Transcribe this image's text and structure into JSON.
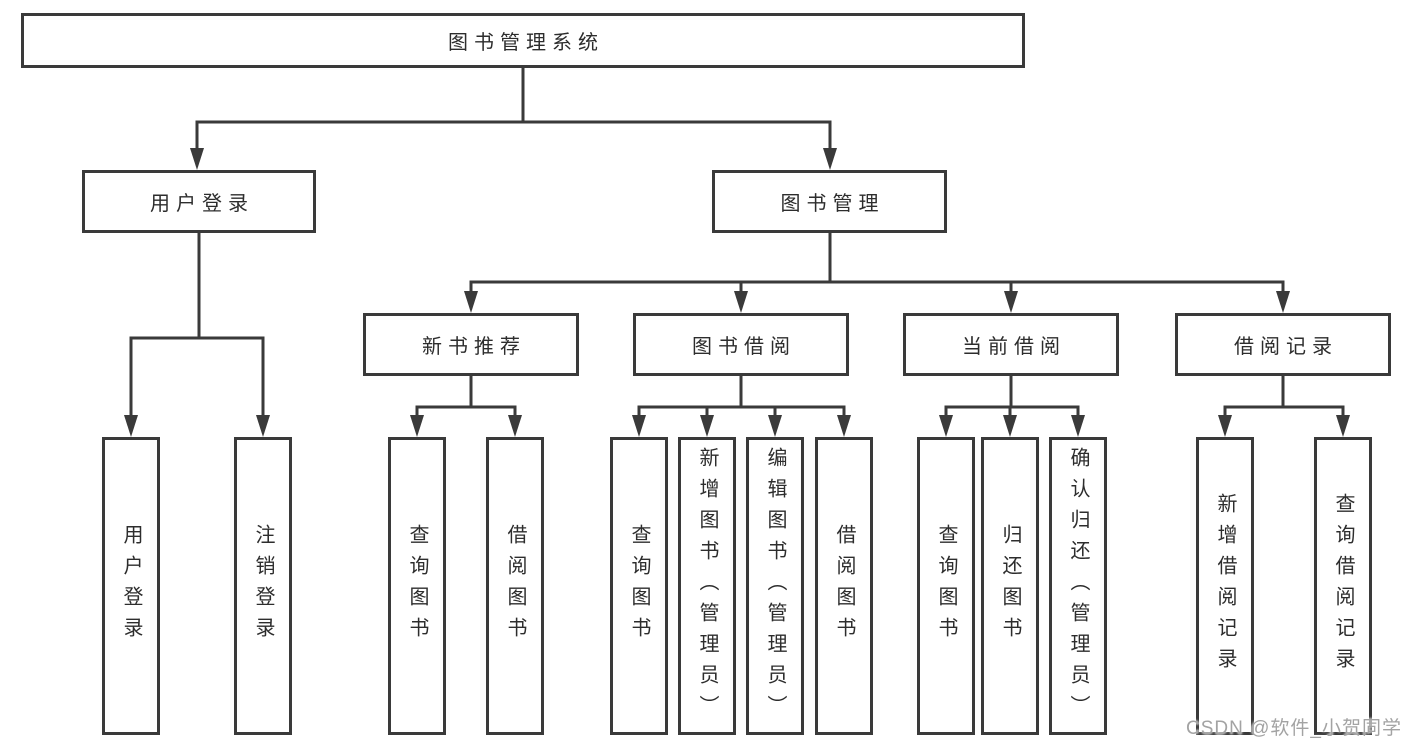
{
  "diagram": {
    "title_note": "library management system feature tree",
    "root": "图书管理系统",
    "level2": [
      "用户登录",
      "图书管理"
    ],
    "level3": [
      "新书推荐",
      "图书借阅",
      "当前借阅",
      "借阅记录"
    ],
    "leaves": {
      "user": [
        "用户登录",
        "注销登录"
      ],
      "newbook": [
        "查询图书",
        "借阅图书"
      ],
      "borrow": [
        "查询图书",
        "新增图书（管理员）",
        "编辑图书（管理员）",
        "借阅图书"
      ],
      "current": [
        "查询图书",
        "归还图书",
        "确认归还（管理员）"
      ],
      "records": [
        "新增借阅记录",
        "查询借阅记录"
      ]
    }
  },
  "watermark": "CSDN @软件_小贺同学",
  "colors": {
    "line": "#3a3a3a",
    "text": "#2d2d2d",
    "watermark": "#a3a3a3",
    "background": "#ffffff"
  }
}
